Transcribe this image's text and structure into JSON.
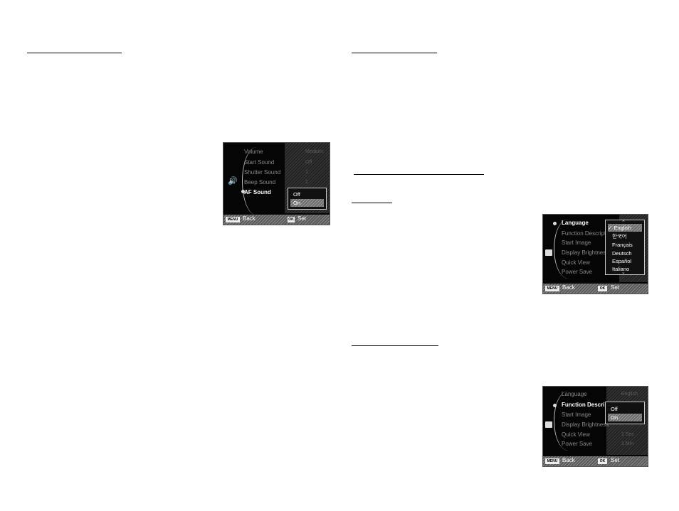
{
  "screen_sound": {
    "menu": [
      "Volume",
      "Start Sound",
      "Shutter Sound",
      "Beep Sound",
      "AF Sound"
    ],
    "values": [
      "Medium",
      "Off",
      "1",
      "1",
      ""
    ],
    "selected": 4,
    "options": [
      "Off",
      "On"
    ],
    "highlighted": 1,
    "bottom": {
      "menu_key": "MENU",
      "back": "Back",
      "ok_key": "OK",
      "set": "Set"
    }
  },
  "screen_language": {
    "menu": [
      "Language",
      "Function Description",
      "Start Image",
      "Display Brightness",
      "Quick View",
      "Power Save"
    ],
    "selected": 0,
    "options": [
      "English",
      "한국어",
      "Français",
      "Deutsch",
      "Español",
      "Italiano"
    ],
    "highlighted": 0,
    "checkmark": "✓",
    "bottom": {
      "menu_key": "MENU",
      "back": "Back",
      "ok_key": "OK",
      "set": "Set"
    }
  },
  "screen_function": {
    "menu": [
      "Language",
      "Function Description",
      "Start Image",
      "Display Brightness",
      "Quick View",
      "Power Save"
    ],
    "values": [
      "English",
      "",
      "",
      "",
      "1 Sec",
      "1 Min"
    ],
    "selected": 1,
    "options": [
      "Off",
      "On"
    ],
    "highlighted": 1,
    "bottom": {
      "menu_key": "MENU",
      "back": "Back",
      "ok_key": "OK",
      "set": "Set"
    }
  },
  "icons": [
    "speaker-icon",
    "settings-icon",
    "up-arrow-icon",
    "down-arrow-icon",
    "checkmark-icon"
  ]
}
